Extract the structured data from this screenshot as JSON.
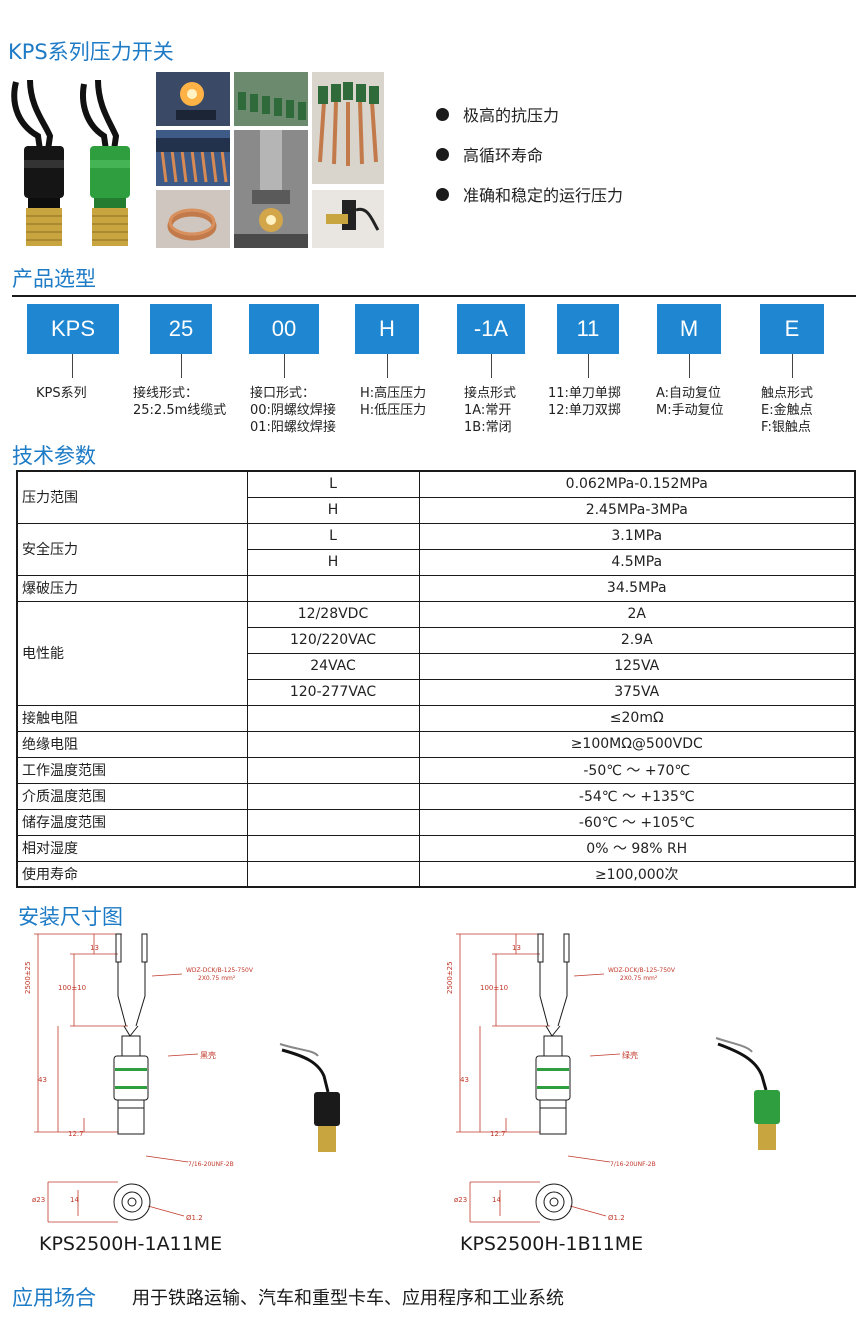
{
  "header": {
    "title": "KPS系列压力开关"
  },
  "features": [
    "极高的抗压力",
    "高循环寿命",
    "准确和稳定的运行压力"
  ],
  "selection": {
    "title": "产品选型",
    "codes": [
      {
        "code": "KPS",
        "desc": "KPS系列"
      },
      {
        "code": "25",
        "desc": "接线形式：\n25:2.5m线缆式"
      },
      {
        "code": "00",
        "desc": "接口形式：\n00:阴螺纹焊接\n01:阳螺纹焊接"
      },
      {
        "code": "H",
        "desc": "H:高压压力\nH:低压压力"
      },
      {
        "code": "-1A",
        "desc": "接点形式\n1A:常开\n1B:常闭"
      },
      {
        "code": "11",
        "desc": "11:单刀单掷\n12:单刀双掷"
      },
      {
        "code": "M",
        "desc": "A:自动复位\nM:手动复位"
      },
      {
        "code": "E",
        "desc": "触点形式\nE:金触点\nF:银触点"
      }
    ]
  },
  "specs": {
    "title": "技术参数",
    "rows": [
      {
        "name": "压力范围",
        "cond": "L",
        "val": "0.062MPa-0.152MPa"
      },
      {
        "name": "",
        "cond": "H",
        "val": "2.45MPa-3MPa"
      },
      {
        "name": "安全压力",
        "cond": "L",
        "val": "3.1MPa"
      },
      {
        "name": "",
        "cond": "H",
        "val": "4.5MPa"
      },
      {
        "name": "爆破压力",
        "cond": "",
        "val": "34.5MPa"
      },
      {
        "name": "电性能",
        "cond": "12/28VDC",
        "val": "2A"
      },
      {
        "name": "",
        "cond": "120/220VAC",
        "val": "2.9A"
      },
      {
        "name": "",
        "cond": "24VAC",
        "val": "125VA"
      },
      {
        "name": "",
        "cond": "120-277VAC",
        "val": "375VA"
      },
      {
        "name": "接触电阻",
        "cond": "",
        "val": "≤20mΩ"
      },
      {
        "name": "绝缘电阻",
        "cond": "",
        "val": "≥100MΩ@500VDC"
      },
      {
        "name": "工作温度范围",
        "cond": "",
        "val": "-50℃ ～ +70℃"
      },
      {
        "name": "介质温度范围",
        "cond": "",
        "val": "-54℃ ～ +135℃"
      },
      {
        "name": "储存温度范围",
        "cond": "",
        "val": "-60℃ ～ +105℃"
      },
      {
        "name": "相对湿度",
        "cond": "",
        "val": "0% ～ 98% RH"
      },
      {
        "name": "使用寿命",
        "cond": "",
        "val": "≥100,000次"
      }
    ]
  },
  "install": {
    "title": "安装尺寸图",
    "drawings": [
      {
        "caption": "KPS2500H-1A11ME",
        "dims": {
          "d13": "13",
          "d100": "100±10",
          "d2500": "2500±25",
          "d43": "43",
          "d12": "12.7",
          "d23": "ø23",
          "d14": "14",
          "d1": "Ø1.2"
        },
        "cable_note": "WDZ-DCK/B-125-750V",
        "cable_note2": "2X0.75 mm²",
        "shell_note": "黑壳",
        "thread_note": "7/16-20UNF-2B",
        "color": "#1a1a1a"
      },
      {
        "caption": "KPS2500H-1B11ME",
        "dims": {
          "d13": "13",
          "d100": "100±10",
          "d2500": "2500±25",
          "d43": "43",
          "d12": "12.7",
          "d23": "ø23",
          "d14": "14",
          "d1": "Ø1.2"
        },
        "cable_note": "WDZ-DCK/B-125-750V",
        "cable_note2": "2X0.75 mm²",
        "shell_note": "绿壳",
        "thread_note": "7/16-20UNF-2B",
        "color": "#2e9e3e"
      }
    ]
  },
  "application": {
    "title": "应用场合",
    "text": "用于铁路运输、汽车和重型卡车、应用程序和工业系统"
  },
  "colors": {
    "accent": "#1e7bc6",
    "code_box": "#1f86d1",
    "black_body": "#1a1a1a",
    "green_body": "#2e9e3e",
    "brass": "#c9a540"
  }
}
